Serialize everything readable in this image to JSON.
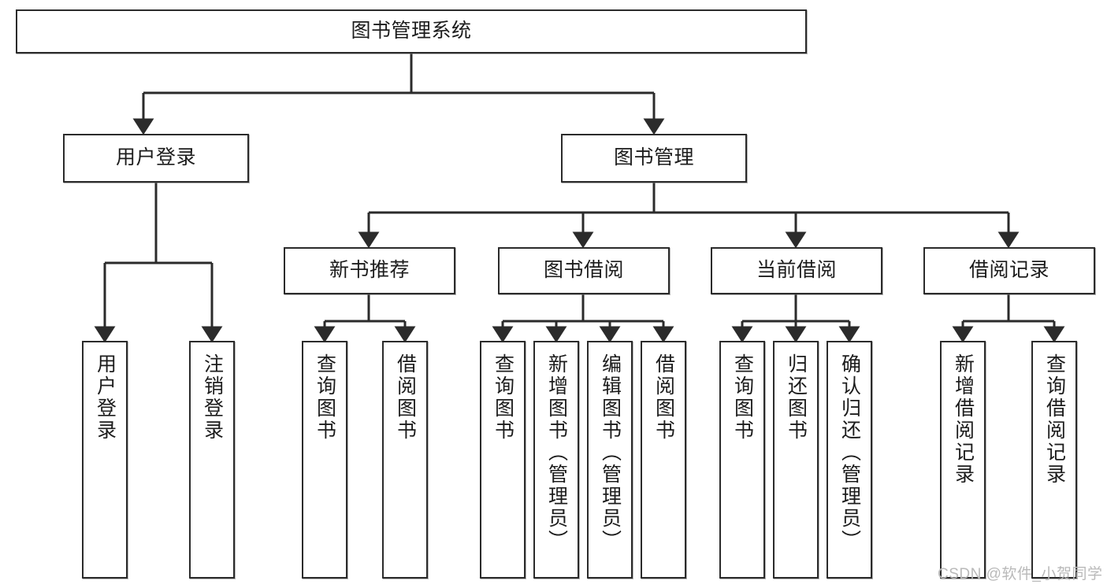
{
  "diagram": {
    "title": "图书管理系统",
    "type": "tree-hierarchy",
    "root": {
      "label": "图书管理系统"
    },
    "level2": [
      {
        "label": "用户登录"
      },
      {
        "label": "图书管理"
      }
    ],
    "level3": [
      {
        "label": "新书推荐"
      },
      {
        "label": "图书借阅"
      },
      {
        "label": "当前借阅"
      },
      {
        "label": "借阅记录"
      }
    ],
    "leaves": {
      "user_login": [
        {
          "label": "用户登录"
        },
        {
          "label": "注销登录"
        }
      ],
      "new_book_recommend": [
        {
          "label": "查询图书"
        },
        {
          "label": "借阅图书"
        }
      ],
      "book_borrow": [
        {
          "label": "查询图书"
        },
        {
          "label": "新增图书（管理员）"
        },
        {
          "label": "编辑图书（管理员）"
        },
        {
          "label": "借阅图书"
        }
      ],
      "current_borrow": [
        {
          "label": "查询图书"
        },
        {
          "label": "归还图书"
        },
        {
          "label": "确认归还（管理员）"
        }
      ],
      "borrow_record": [
        {
          "label": "新增借阅记录"
        },
        {
          "label": "查询借阅记录"
        }
      ]
    }
  },
  "watermark": {
    "text": "CSDN @软件_小贺同学"
  },
  "colors": {
    "border": "#2b2b2b",
    "text": "#1c1c1c",
    "background": "#ffffff",
    "watermark": "#b9b9b9"
  }
}
